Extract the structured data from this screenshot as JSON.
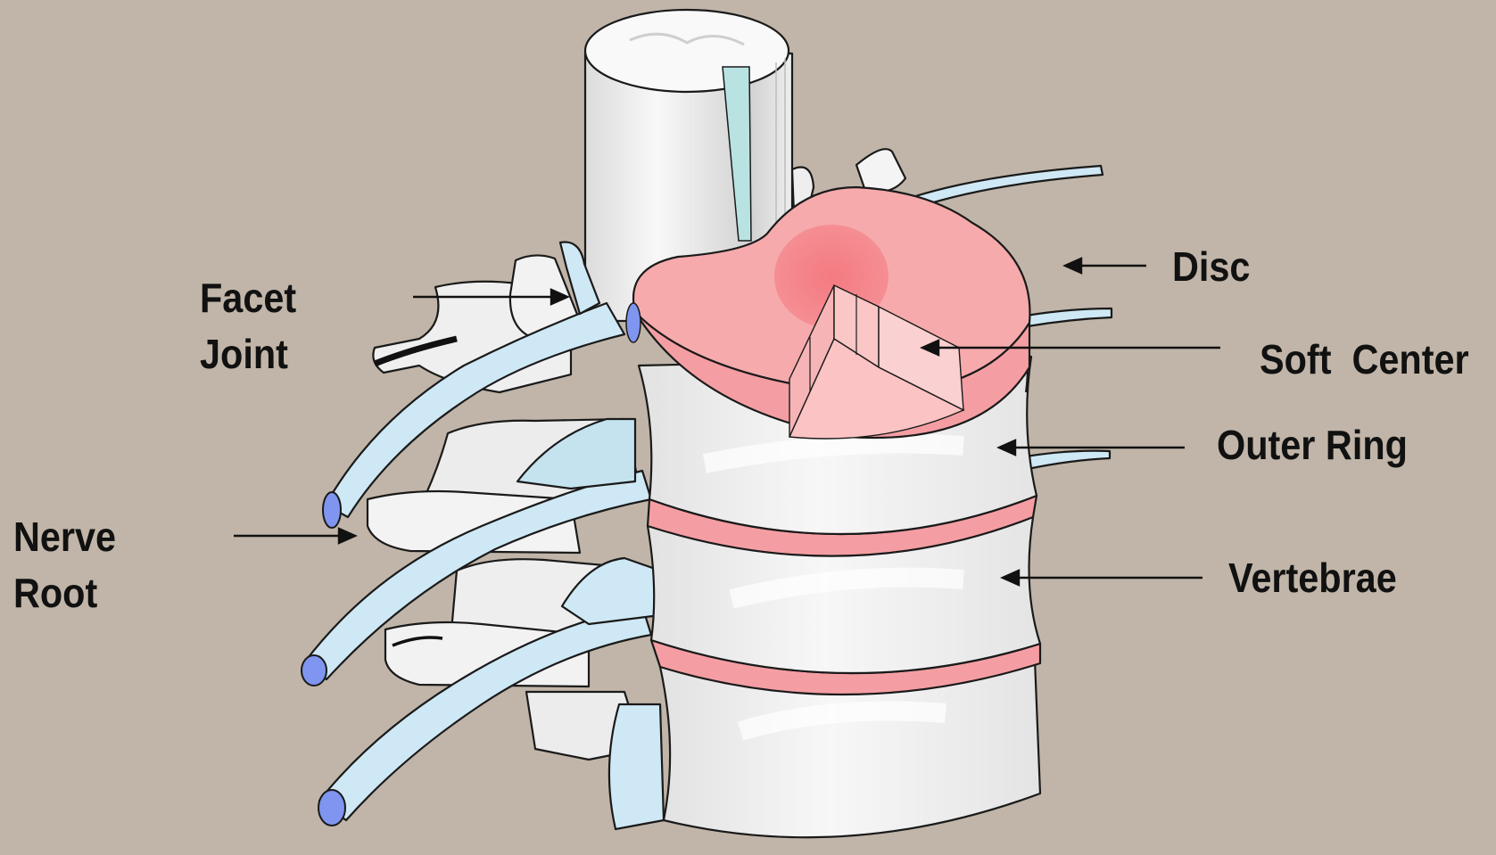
{
  "labels": {
    "facet_joint": [
      "Facet",
      "Joint"
    ],
    "nerve_root": [
      "Nerve",
      "Root"
    ],
    "disc": "Disc",
    "soft_center": "Soft  Center",
    "outer_ring": "Outer Ring",
    "vertebrae": "Vertebrae"
  },
  "colors": {
    "background": "#c0b5a8",
    "disc_fill": "#f4a3a6",
    "soft_center_fill": "#f5878d",
    "nerve_fill": "#cfe8f5",
    "nerve_tip": "#7f95ef",
    "bone_fill": "#f1f1f1",
    "spinal_cord_fill": "#e6e6e6"
  }
}
